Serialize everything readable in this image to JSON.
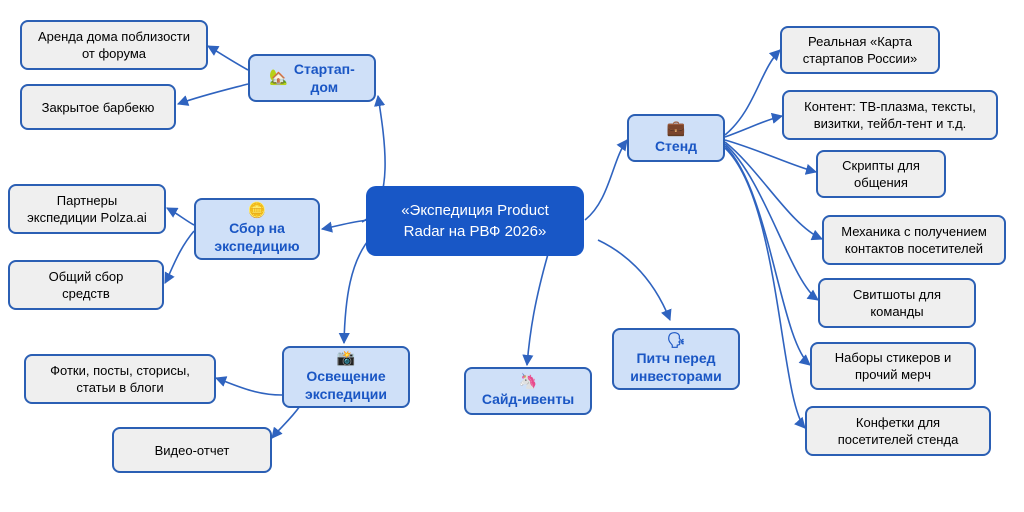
{
  "colors": {
    "line": "#2f63bf",
    "center_bg": "#1857c6",
    "branch_bg": "#cfe0f8",
    "branch_text": "#1a56c4",
    "leaf_bg": "#efefef"
  },
  "center": {
    "label": "«Экспедиция Product\nRadar на РВФ 2026»"
  },
  "branches": {
    "startup_house": {
      "icon": "🏡",
      "icon_name": "house-icon",
      "label": "Стартап-\nдом"
    },
    "fundraising": {
      "icon": "🪙",
      "icon_name": "coin-icon",
      "label": "Сбор на\nэкспедицию"
    },
    "coverage": {
      "icon": "📸",
      "icon_name": "camera-icon",
      "label": "Освещение\nэкспедиции"
    },
    "side_events": {
      "icon": "🦄",
      "icon_name": "unicorn-icon",
      "label": "Сайд-ивенты"
    },
    "pitch": {
      "icon": "🗣",
      "icon_name": "speaking-head-icon",
      "label": "Питч перед\nинвесторами"
    },
    "booth": {
      "icon": "💼",
      "icon_name": "briefcase-icon",
      "label": "Стенд"
    }
  },
  "leaves": {
    "startup_house": [
      "Аренда дома поблизости\nот форума",
      "Закрытое барбекю"
    ],
    "fundraising": [
      "Партнеры\nэкспедиции Polza.ai",
      "Общий сбор\nсредств"
    ],
    "coverage": [
      "Фотки, посты, сторисы,\nстатьи в блоги",
      "Видео-отчет"
    ],
    "booth": [
      "Реальная «Карта\nстартапов России»",
      "Контент: ТВ-плазма, тексты,\nвизитки, тейбл-тент и т.д.",
      "Скрипты для\nобщения",
      "Механика с получением\nконтактов посетителей",
      "Свитшоты для\nкоманды",
      "Наборы стикеров и\nпрочий мерч",
      "Конфетки для\nпосетителей стенда"
    ]
  }
}
